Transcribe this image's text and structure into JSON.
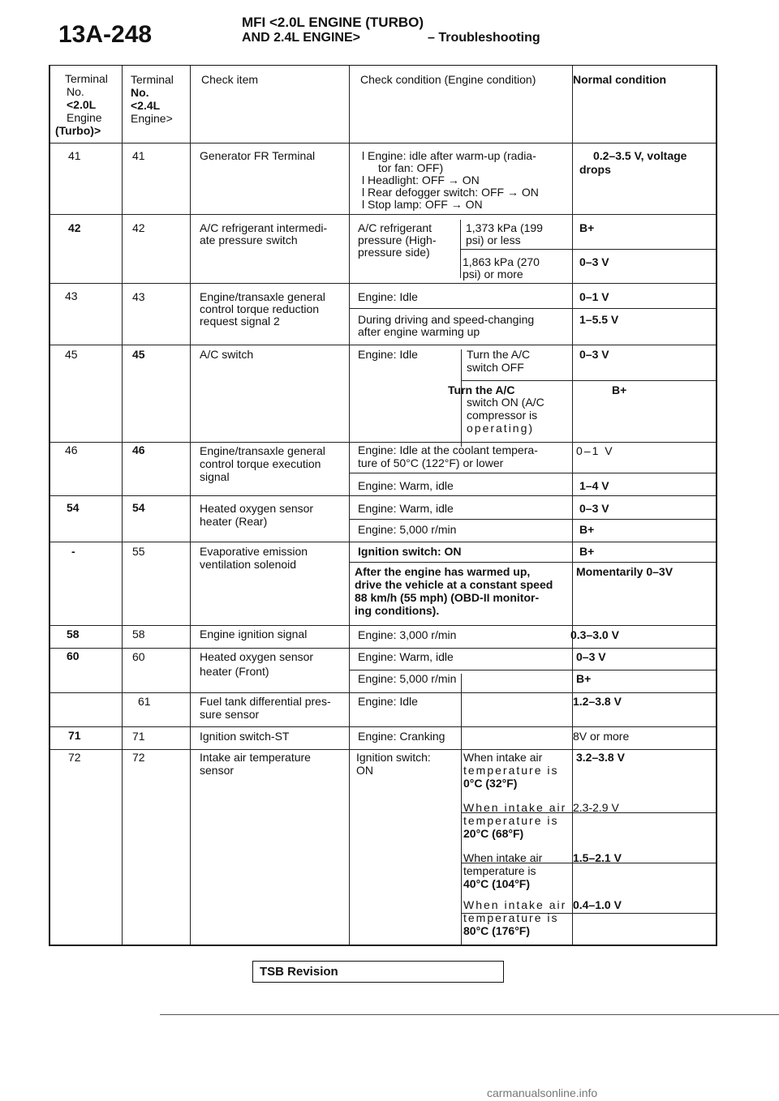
{
  "header": {
    "page_number": "13A-248",
    "title_line1": "MFI <2.0L ENGINE (TURBO)",
    "title_line2": "AND 2.4L ENGINE>",
    "section": "– Troubleshooting"
  },
  "columns": {
    "terminal_turbo": [
      "Terminal",
      "No.",
      "<2.0L",
      "Engine",
      "(Turbo)>"
    ],
    "terminal_24": [
      "Terminal",
      "No.",
      "<2.4L",
      "Engine>"
    ],
    "check_item": "Check item",
    "check_condition": "Check condition (Engine condition)",
    "normal_condition": "Normal condition"
  },
  "rows": {
    "r41": {
      "t20": "41",
      "t24": "41",
      "item": [
        "Generator FR Terminal"
      ],
      "conditions": [
        "l  Engine: idle after warm-up (radia-",
        "tor fan: OFF)",
        "l  Headlight: OFF → ON",
        "l  Rear defogger switch: OFF → ON",
        "l  Stop lamp: OFF → ON"
      ],
      "normal": [
        "0.2–3.5 V, voltage",
        "drops"
      ]
    },
    "r42": {
      "t20": "42",
      "t24": "42",
      "item": [
        "A/C refrigerant intermedi-",
        "ate pressure switch"
      ],
      "cond": [
        "A/C refrigerant",
        "pressure (High-",
        "pressure side)"
      ],
      "sub1": [
        "1,373 kPa (199",
        "psi) or less"
      ],
      "n1": "B+",
      "sub2": [
        "1,863 kPa (270",
        "psi) or more"
      ],
      "n2": "0–3 V"
    },
    "r43": {
      "t20": "43",
      "t24": "43",
      "item": [
        "Engine/transaxle general",
        "control torque reduction",
        "request signal 2"
      ],
      "c1": "Engine: Idle",
      "n1": "0–1 V",
      "c2": [
        "During driving and speed-changing",
        "after engine warming up"
      ],
      "n2": "1–5.5 V"
    },
    "r45": {
      "t20": "45",
      "t24": "45",
      "item": [
        "A/C switch"
      ],
      "cond": "Engine: Idle",
      "sub1": [
        "Turn the A/C",
        "switch OFF"
      ],
      "n1": "0–3 V",
      "sub2": [
        "Turn the A/C",
        "switch ON (A/C",
        "compressor is",
        "operating)"
      ],
      "n2": "B+"
    },
    "r46": {
      "t20": "46",
      "t24": "46",
      "item": [
        "Engine/transaxle general",
        "control torque execution",
        "signal"
      ],
      "c1": [
        "Engine: Idle at the coolant tempera-",
        "ture of 50°C (122°F) or lower"
      ],
      "n1": "0–1 V",
      "c2": "Engine: Warm, idle",
      "n2": "1–4 V"
    },
    "r54": {
      "t20": "54",
      "t24": "54",
      "item": [
        "Heated oxygen sensor",
        "heater (Rear)"
      ],
      "c1": "Engine: Warm, idle",
      "n1": "0–3 V",
      "c2": "Engine: 5,000 r/min",
      "n2": "B+"
    },
    "r55": {
      "t20": "-",
      "t24": "55",
      "item": [
        "Evaporative emission",
        "ventilation solenoid"
      ],
      "c1": "Ignition switch: ON",
      "n1": "B+",
      "c2": [
        "After the engine has warmed up,",
        "drive the vehicle at a constant speed",
        "88 km/h (55 mph) (OBD-II monitor-",
        "ing conditions)."
      ],
      "n2": "Momentarily 0–3V"
    },
    "r58": {
      "t20": "58",
      "t24": "58",
      "item": [
        "Engine ignition signal"
      ],
      "c1": "Engine: 3,000 r/min",
      "n1": "0.3–3.0 V"
    },
    "r60": {
      "t20": "60",
      "t24": "60",
      "item": [
        "Heated oxygen sensor",
        "heater (Front)"
      ],
      "c1": "Engine: Warm, idle",
      "n1": "0–3 V",
      "c2": "Engine: 5,000 r/min",
      "n2": "B+"
    },
    "r61": {
      "t20": "",
      "t24": "61",
      "item": [
        "Fuel tank differential pres-",
        "sure sensor"
      ],
      "c1": "Engine: Idle",
      "n1": "1.2–3.8 V"
    },
    "r71": {
      "t20": "71",
      "t24": "71",
      "item": [
        "Ignition switch-ST"
      ],
      "c1": "Engine: Cranking",
      "n1": "8V or more"
    },
    "r72": {
      "t20": "72",
      "t24": "72",
      "item": [
        "Intake air temperature",
        "sensor"
      ],
      "cond": [
        "Ignition switch:",
        "ON"
      ],
      "subs": [
        {
          "text": [
            "When intake air",
            "temperature is",
            "0°C (32°F)"
          ],
          "normal": "3.2–3.8 V"
        },
        {
          "text": [
            "When intake air",
            "temperature is",
            "20°C (68°F)"
          ],
          "normal": "2.3-2.9 V"
        },
        {
          "text": [
            "When intake air",
            "temperature is",
            "40°C (104°F)"
          ],
          "normal": "1.5–2.1 V"
        },
        {
          "text": [
            "When intake air",
            "temperature is",
            "80°C (176°F)"
          ],
          "normal": "0.4–1.0 V"
        }
      ]
    }
  },
  "footer": {
    "tsb": "TSB Revision",
    "watermark": "carmanualsonline.info"
  }
}
